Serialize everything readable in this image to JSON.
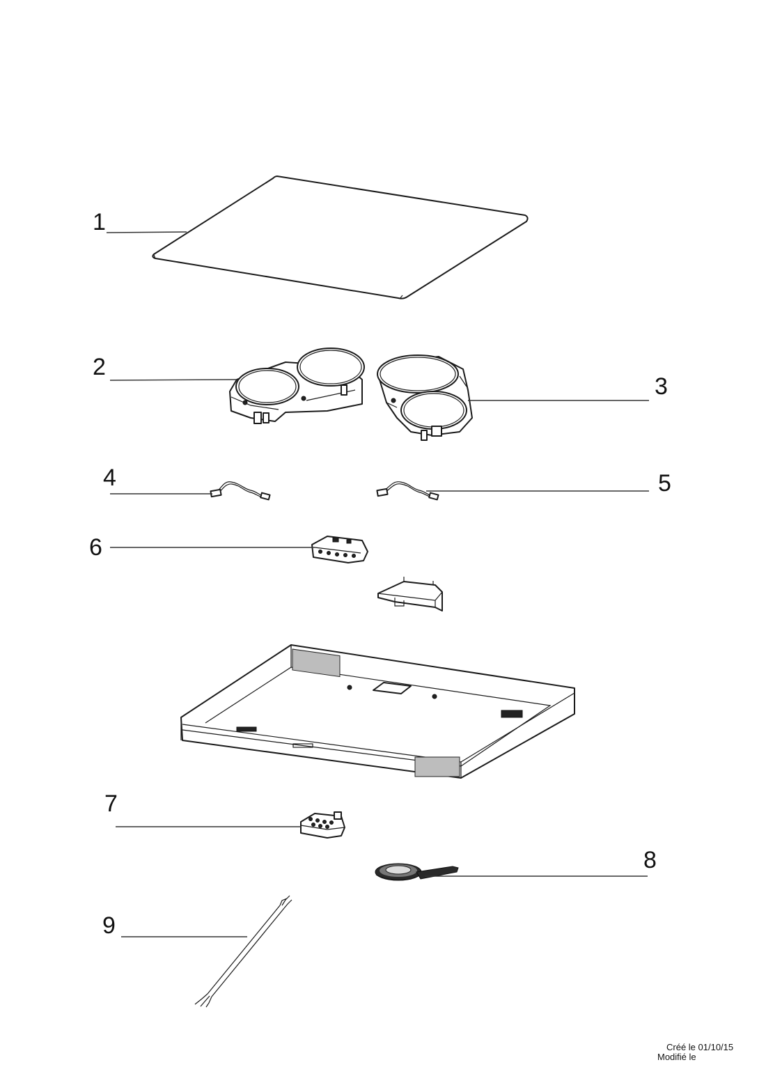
{
  "callouts": [
    {
      "number": "1"
    },
    {
      "number": "2"
    },
    {
      "number": "3"
    },
    {
      "number": "4"
    },
    {
      "number": "5"
    },
    {
      "number": "6"
    },
    {
      "number": "7"
    },
    {
      "number": "8"
    },
    {
      "number": "9"
    }
  ],
  "footer": {
    "created": "Créé le 01/10/15",
    "modified": "Modifié le"
  }
}
